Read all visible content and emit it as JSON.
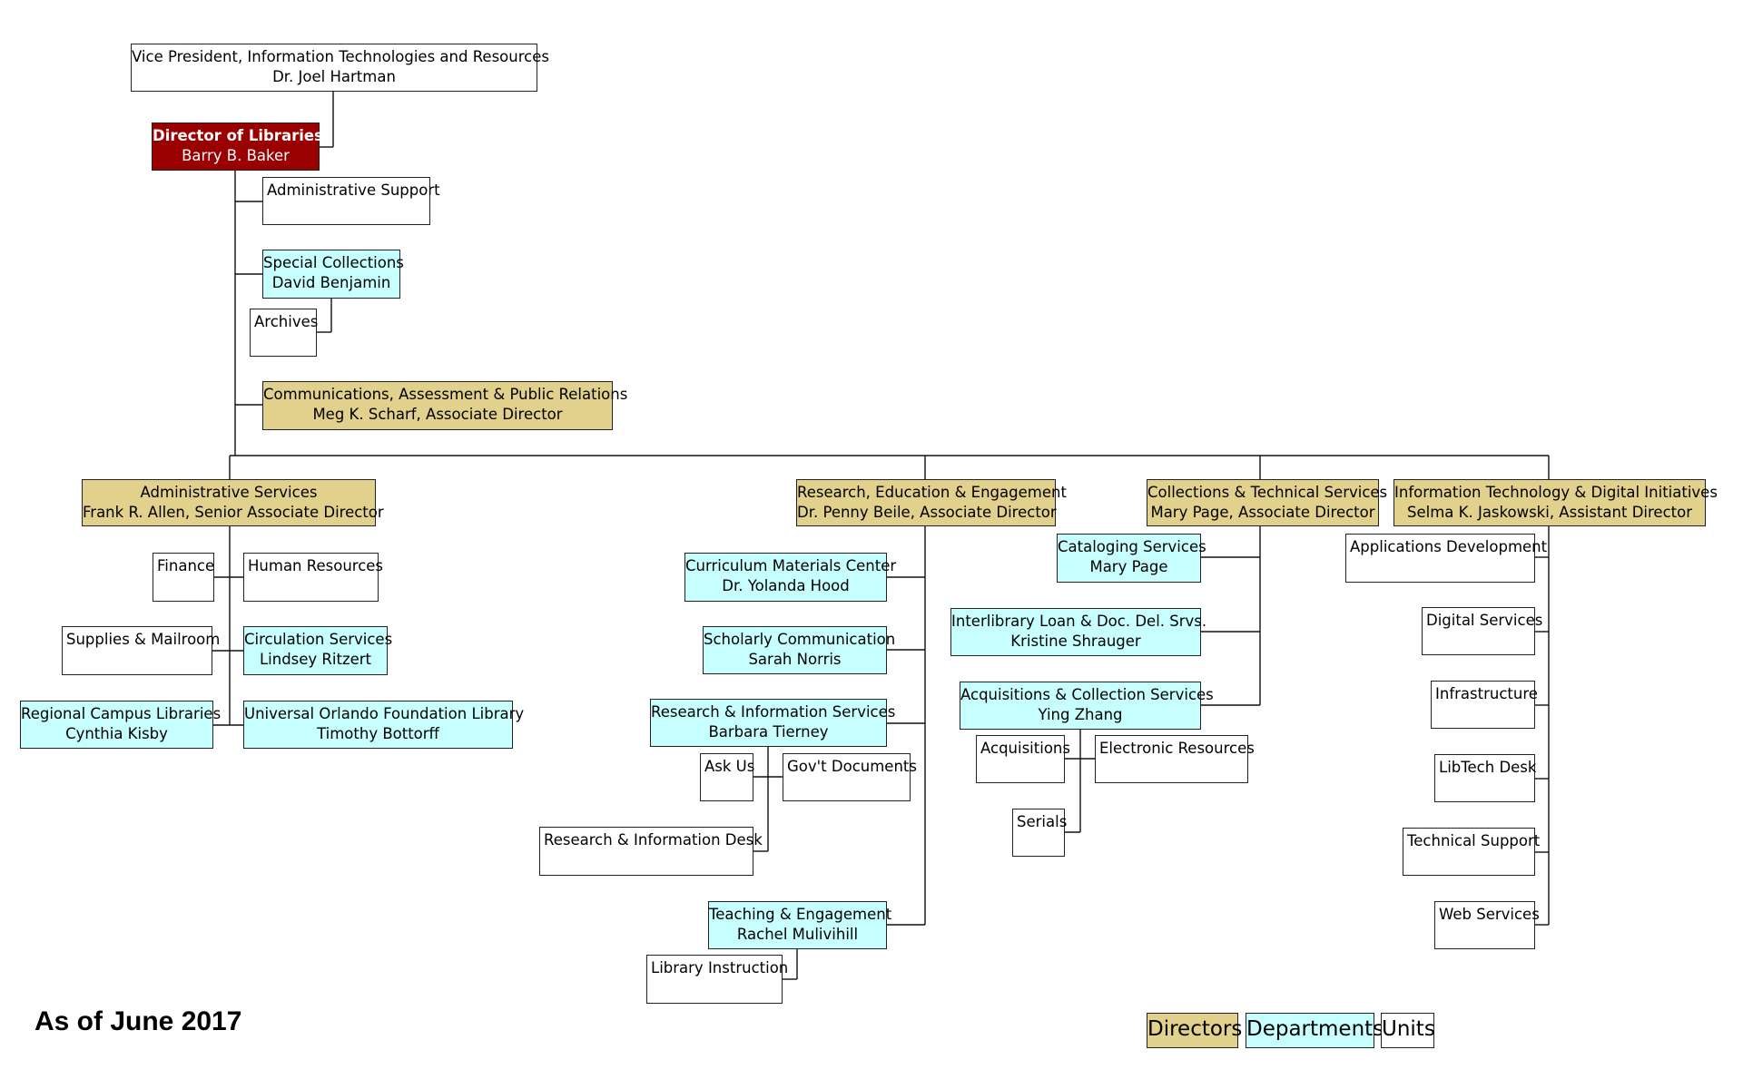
{
  "colors": {
    "director_fill": "#E1D18C",
    "department_fill": "#C7FFFF",
    "unit_fill": "#FFFFFF",
    "top_fill": "#9A0000"
  },
  "vp": {
    "title": "Vice President, Information Technologies and Resources",
    "name": "Dr. Joel Hartman"
  },
  "director": {
    "title": "Director of Libraries",
    "name": "Barry B. Baker"
  },
  "admin_support": "Administrative Support",
  "special_collections": {
    "title": "Special Collections",
    "name": "David Benjamin"
  },
  "archives": "Archives",
  "communications": {
    "title": "Communications, Assessment & Public Relations",
    "name": "Meg K. Scharf,  Associate Director"
  },
  "administrative_services": {
    "title": "Administrative Services",
    "name": "Frank R. Allen, Senior Associate Director",
    "finance": "Finance",
    "human_resources": "Human Resources",
    "supplies_mailroom": "Supplies & Mailroom",
    "circulation": {
      "title": "Circulation Services",
      "name": "Lindsey Ritzert"
    },
    "regional_campus": {
      "title": "Regional Campus Libraries",
      "name": "Cynthia Kisby"
    },
    "universal_orlando": {
      "title": "Universal Orlando Foundation Library",
      "name": "Timothy Bottorff"
    }
  },
  "research_education": {
    "title": "Research, Education & Engagement",
    "name": "Dr. Penny Beile, Associate Director",
    "curriculum": {
      "title": "Curriculum Materials Center",
      "name": "Dr. Yolanda Hood"
    },
    "scholarly": {
      "title": "Scholarly Communication",
      "name": "Sarah Norris"
    },
    "research_info": {
      "title": "Research & Information Services",
      "name": "Barbara Tierney"
    },
    "ask_us": "Ask Us",
    "govt_documents": "Gov't Documents",
    "research_desk": "Research & Information Desk",
    "teaching": {
      "title": "Teaching & Engagement",
      "name": "Rachel Mulivihill"
    },
    "library_instruction": "Library Instruction"
  },
  "collections_technical": {
    "title": "Collections & Technical Services",
    "name": "Mary Page, Associate Director",
    "cataloging": {
      "title": "Cataloging Services",
      "name": "Mary Page"
    },
    "interlibrary": {
      "title": "Interlibrary Loan & Doc. Del. Srvs.",
      "name": "Kristine Shrauger"
    },
    "acquisitions_collection": {
      "title": "Acquisitions & Collection Services",
      "name": "Ying Zhang"
    },
    "acquisitions": "Acquisitions",
    "electronic_resources": "Electronic Resources",
    "serials": "Serials"
  },
  "it_digital": {
    "title": "Information Technology & Digital Initiatives",
    "name": "Selma K. Jaskowski, Assistant Director",
    "applications": "Applications Development",
    "digital_services": "Digital Services",
    "infrastructure": "Infrastructure",
    "libtech": "LibTech Desk",
    "technical_support": "Technical Support",
    "web_services": "Web Services"
  },
  "footer": {
    "as_of": "As of June 2017"
  },
  "legend": {
    "directors": "Directors",
    "departments": "Departments",
    "units": "Units"
  }
}
